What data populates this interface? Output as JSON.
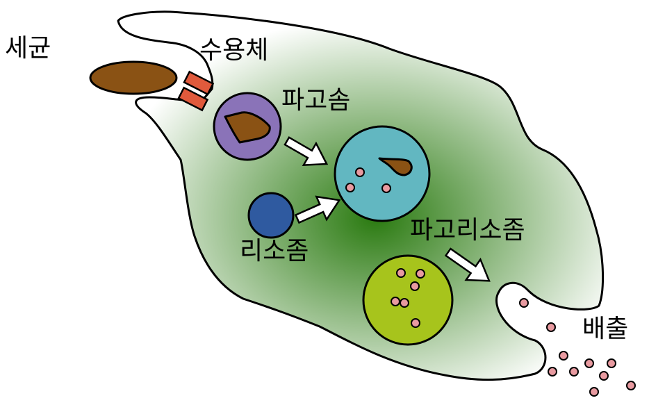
{
  "labels": {
    "bacterium": "세균",
    "receptor": "수용체",
    "phagosome": "파고솜",
    "lysosome": "리소좀",
    "phagolysosome": "파고리소좀",
    "exocytosis": "배출"
  },
  "colors": {
    "cell_center": "#2a7a10",
    "cell_edge": "#ffffff",
    "bacterium": "#8a5214",
    "receptor": "#e05a3c",
    "phagosome": "#8a73b8",
    "phagolysosome": "#62b7c1",
    "lysosome": "#2f5aa0",
    "residual_body": "#a7c41c",
    "enzyme_dot": "#e89aa0",
    "outline": "#000000"
  }
}
